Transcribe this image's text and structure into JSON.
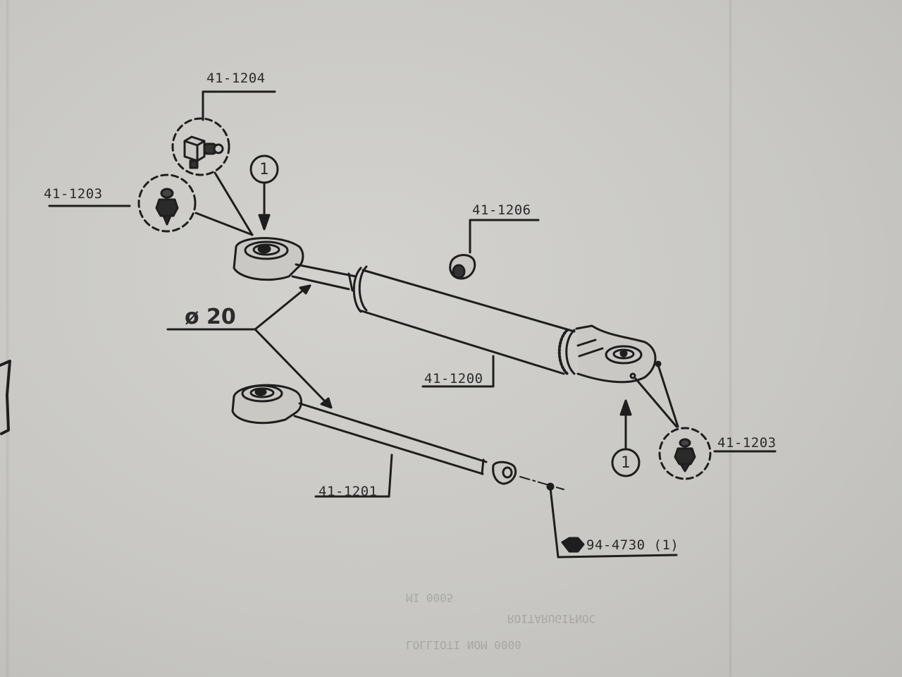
{
  "diagram": {
    "type": "exploded parts drawing",
    "dimension_callout": "ø 20",
    "parts": [
      {
        "id": "41-1204",
        "desc": "angled grease fitting (circled detail)"
      },
      {
        "id": "41-1203",
        "desc": "straight grease nipple (circled detail, upper left)"
      },
      {
        "id": "41-1206",
        "desc": "cap nut"
      },
      {
        "id": "41-1200",
        "desc": "cylinder / damper assembly"
      },
      {
        "id": "41-1201",
        "desc": "rod end with threaded shaft"
      },
      {
        "id": "41-1203",
        "desc": "straight grease nipple (circled detail, lower right)"
      },
      {
        "id": "94-4730 (1)",
        "desc": "hex nut"
      }
    ],
    "reference_markers": [
      "1",
      "1"
    ]
  },
  "labels": {
    "p1204": "41-1204",
    "p1203_left": "41-1203",
    "p1206": "41-1206",
    "p1200": "41-1200",
    "p1201": "41-1201",
    "p1203_right": "41-1203",
    "p4730": "94-4730 (1)",
    "dia": "ø 20",
    "marker_top": "1",
    "marker_bottom": "1"
  },
  "bleedthrough": {
    "line1": "MI 0005",
    "line2": "ROITARUGIFNOC",
    "line3": "LOLLIOTI NOM 0000"
  }
}
